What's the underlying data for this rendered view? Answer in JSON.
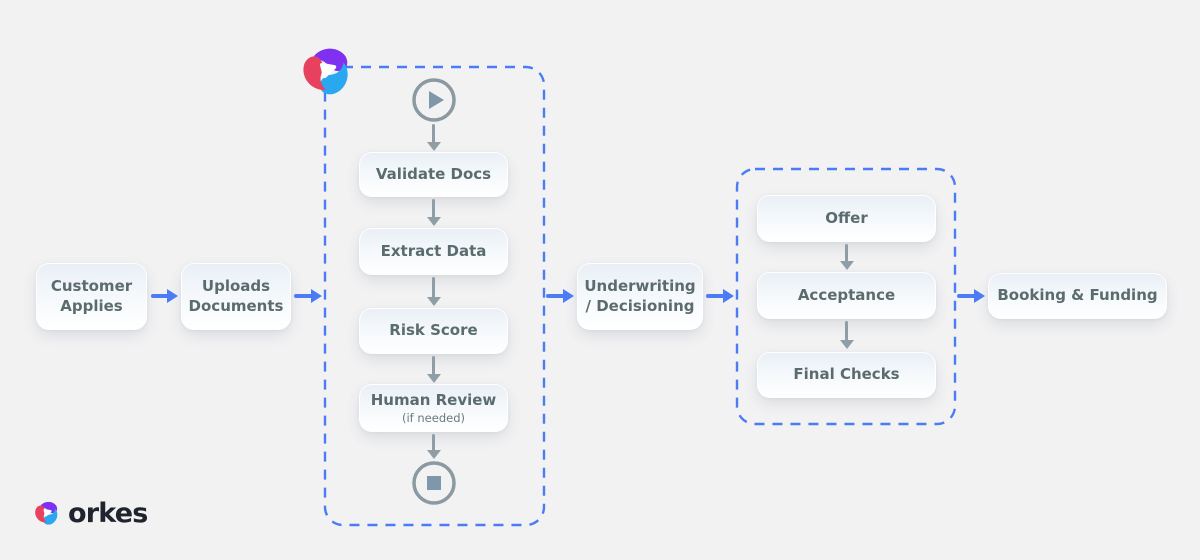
{
  "diagram": {
    "type": "flowchart",
    "background": "#f2f2f3"
  },
  "nodes": {
    "customer": {
      "label": "Customer Applies"
    },
    "uploads": {
      "label": "Uploads Documents"
    },
    "validate": {
      "label": "Validate Docs"
    },
    "extract": {
      "label": "Extract Data"
    },
    "risk": {
      "label": "Risk Score"
    },
    "human_review": {
      "label": "Human Review",
      "sublabel": "(if needed)"
    },
    "underwriting": {
      "label": "Underwriting / Decisioning"
    },
    "offer": {
      "label": "Offer"
    },
    "acceptance": {
      "label": "Acceptance"
    },
    "final_checks": {
      "label": "Final Checks"
    },
    "booking": {
      "label": "Booking & Funding"
    }
  },
  "groups": {
    "orkes_workflow": {
      "badge_icon": "orkes-logo-icon",
      "start_icon": "play-icon",
      "end_icon": "stop-icon",
      "nodes": [
        "validate",
        "extract",
        "risk",
        "human_review"
      ]
    },
    "decision_steps": {
      "nodes": [
        "offer",
        "acceptance",
        "final_checks"
      ]
    }
  },
  "edges": {
    "blue": [
      [
        "customer",
        "uploads"
      ],
      [
        "uploads",
        "orkes_workflow"
      ],
      [
        "orkes_workflow",
        "underwriting"
      ],
      [
        "underwriting",
        "decision_steps"
      ],
      [
        "decision_steps",
        "booking"
      ]
    ],
    "gray": [
      [
        "start",
        "validate"
      ],
      [
        "validate",
        "extract"
      ],
      [
        "extract",
        "risk"
      ],
      [
        "risk",
        "human_review"
      ],
      [
        "human_review",
        "end"
      ],
      [
        "offer",
        "acceptance"
      ],
      [
        "acceptance",
        "final_checks"
      ]
    ]
  },
  "branding": {
    "wordmark": "orkes"
  },
  "colors": {
    "background": "#f2f2f3",
    "arrow_blue": "#4b7cf4",
    "dashed_border": "#4b7cf4",
    "arrow_gray": "#8f9ea6",
    "terminal_ring_gray": "#8b99a1",
    "terminal_fill_blue_gray": "#7f97ab",
    "node_text": "#5b6c6e",
    "wordmark_navy": "#20242f",
    "logo_red": "#e8415f",
    "logo_purple": "#8030f0",
    "logo_blue": "#29a8f0"
  }
}
